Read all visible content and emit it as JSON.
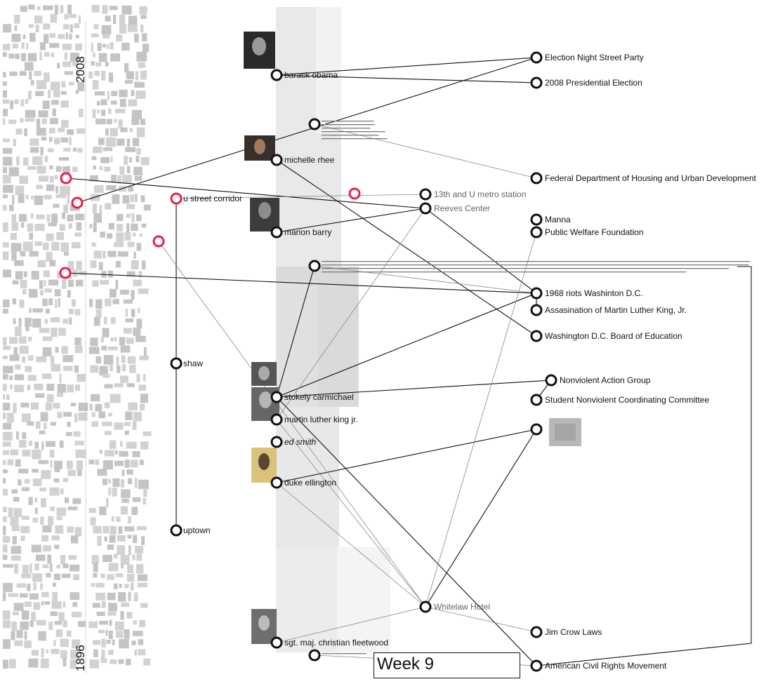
{
  "years": {
    "top": "2008",
    "bottom": "1896"
  },
  "week_label": "Week 9",
  "people": [
    "barack obama",
    "michelle rhee",
    "marion barry",
    "stokely carmichael",
    "martin luther king jr.",
    "ed smith",
    "duke ellington",
    "sgt. maj. christian fleetwood"
  ],
  "places": [
    "u street corridor",
    "shaw",
    "uptown"
  ],
  "mid_nodes": [
    "13th and U metro station",
    "Reeves Center",
    "Whitelaw Hotel"
  ],
  "events": [
    "Election Night Street Party",
    "2008 Presidential Election",
    "Federal Department of Housing and Urban Development",
    "Manna",
    "Public Welfare Foundation",
    "1968 riots Washinton D.C.",
    "Assasination of Martin Luther King, Jr.",
    "Washington D.C. Board of Education",
    "Nonviolent Action Group",
    "Student Nonviolent Coordinating Committee",
    "Jim Crow Laws",
    "American Civil Rights Movement"
  ],
  "colors": {
    "accent_red": "#e8204a",
    "node_stroke": "#111111",
    "edge_grey": "#888888"
  },
  "icons": [
    "ring-node-icon",
    "photo-thumbnail",
    "map-background"
  ]
}
